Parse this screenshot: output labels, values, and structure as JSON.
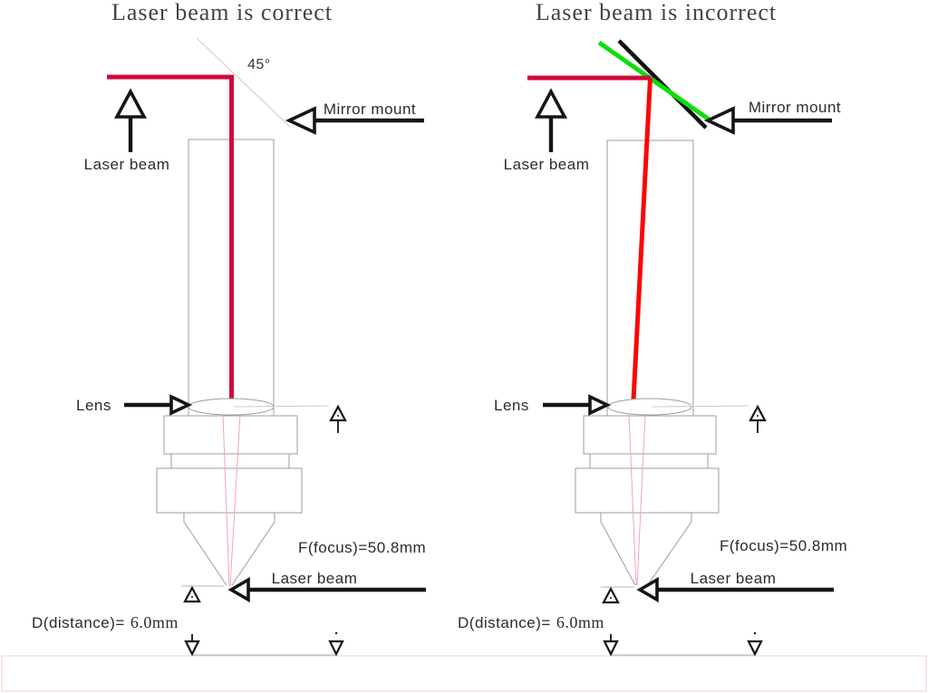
{
  "diagrams": {
    "left": {
      "title": "Laser beam is correct",
      "angle": "45°",
      "laser_in_label": "Laser beam",
      "mirror_label": "Mirror mount",
      "lens_label": "Lens",
      "focus_label": "F(focus)=50.8mm",
      "laser_out_label": "Laser beam",
      "distance_prefix": "D(distance)=",
      "distance_value": "6.0mm"
    },
    "right": {
      "title": "Laser beam is incorrect",
      "laser_in_label": "Laser beam",
      "mirror_label": "Mirror mount",
      "lens_label": "Lens",
      "focus_label": "F(focus)=50.8mm",
      "laser_out_label": "Laser beam",
      "distance_prefix": "D(distance)=",
      "distance_value": "6.0mm"
    }
  },
  "colors": {
    "beam_crimson": "#d1093b",
    "beam_red": "#fa0606",
    "beam_green": "#0ddf0d",
    "mirror_black": "#111111",
    "outline_gray": "#9c9c9c",
    "guide_gray": "#c9c9c9",
    "focus_pink": "#f0a6ba",
    "workpiece_pink": "#f3cdd3",
    "text_dark": "#2e2a29",
    "title_gray": "#46423f"
  }
}
